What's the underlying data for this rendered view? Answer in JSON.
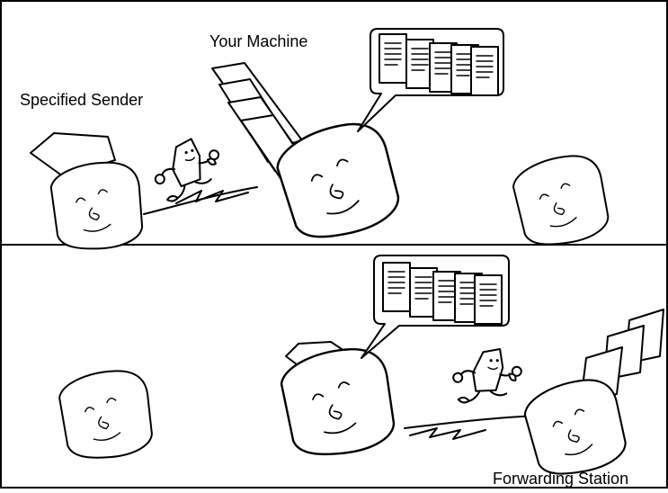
{
  "panel_top": {
    "label_sender": "Specified Sender",
    "label_machine": "Your Machine"
  },
  "panel_bottom": {
    "label_forwarding": "Forwarding Station"
  },
  "colors": {
    "ink": "#000000",
    "paper": "#ffffff"
  }
}
